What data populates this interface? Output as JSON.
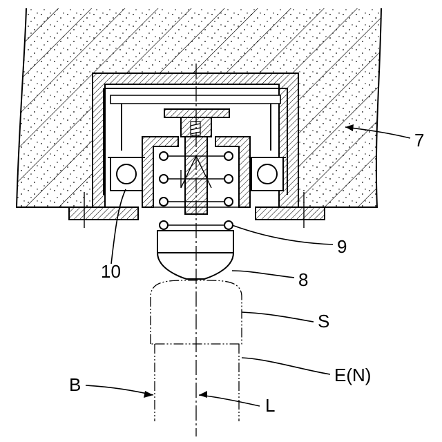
{
  "labels": {
    "housing": "7",
    "spring": "9",
    "member": "10",
    "head": "8",
    "cap": "S",
    "rod": "E(N)",
    "outline": "B",
    "axis": "L"
  }
}
